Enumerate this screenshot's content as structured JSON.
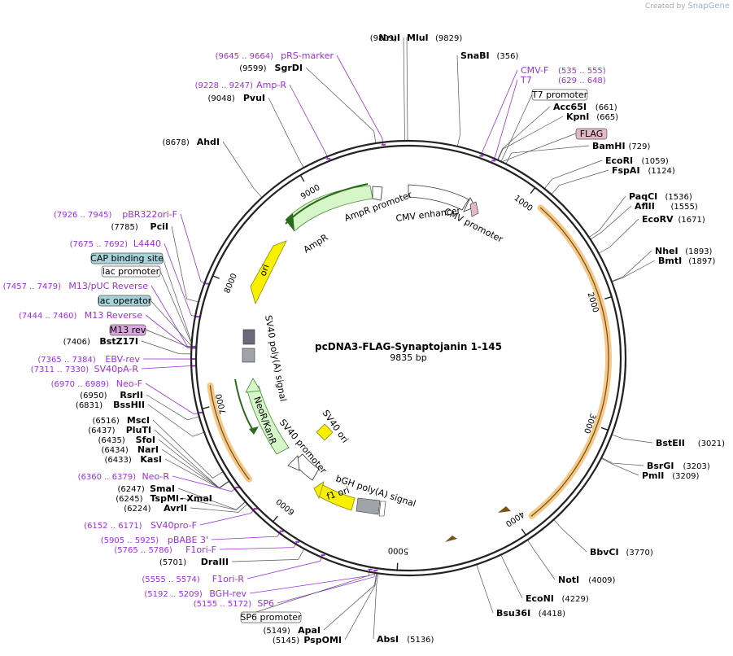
{
  "credit": {
    "prefix": "Created by",
    "brand": "SnapGene"
  },
  "plasmid": {
    "name": "pcDNA3-FLAG-Synaptojanin 1-145",
    "length": "9835 bp"
  },
  "ticks": [
    "1000",
    "2000",
    "3000",
    "4000",
    "5000",
    "6000",
    "7000",
    "8000",
    "9000"
  ],
  "sites": [
    {
      "name": "NruI",
      "pos": "(9809)"
    },
    {
      "name": "MluI",
      "pos": "(9829)"
    },
    {
      "name": "SnaBI",
      "pos": "(356)"
    },
    {
      "name": "SgrDI",
      "pos": "(9599)"
    },
    {
      "name": "PvuI",
      "pos": "(9048)"
    },
    {
      "name": "AhdI",
      "pos": "(8678)"
    },
    {
      "name": "Acc65I",
      "pos": "(661)"
    },
    {
      "name": "KpnI",
      "pos": "(665)"
    },
    {
      "name": "BamHI",
      "pos": "(729)"
    },
    {
      "name": "EcoRI",
      "pos": "(1059)"
    },
    {
      "name": "FspAI",
      "pos": "(1124)"
    },
    {
      "name": "PaqCI",
      "pos": "(1536)"
    },
    {
      "name": "AflII",
      "pos": "(1555)"
    },
    {
      "name": "EcoRV",
      "pos": "(1671)"
    },
    {
      "name": "NheI",
      "pos": "(1893)"
    },
    {
      "name": "BmtI",
      "pos": "(1897)"
    },
    {
      "name": "BstEII",
      "pos": "(3021)"
    },
    {
      "name": "BsrGI",
      "pos": "(3203)"
    },
    {
      "name": "PmlI",
      "pos": "(3209)"
    },
    {
      "name": "BbvCI",
      "pos": "(3770)"
    },
    {
      "name": "NotI",
      "pos": "(4009)"
    },
    {
      "name": "EcoNI",
      "pos": "(4229)"
    },
    {
      "name": "Bsu36I",
      "pos": "(4418)"
    },
    {
      "name": "AbsI",
      "pos": "(5136)"
    },
    {
      "name": "ApaI",
      "pos": "(5149)"
    },
    {
      "name": "PspOMI",
      "pos": "(5145)"
    },
    {
      "name": "DraIII",
      "pos": "(5701)"
    },
    {
      "name": "AvrII",
      "pos": "(6224)"
    },
    {
      "name": "TspMI",
      "pos": "(6245)"
    },
    {
      "name": "XmaI",
      "pos": "- XmaI"
    },
    {
      "name": "SmaI",
      "pos": "(6247)"
    },
    {
      "name": "KasI",
      "pos": "(6433)"
    },
    {
      "name": "NarI",
      "pos": "(6434)"
    },
    {
      "name": "SfoI",
      "pos": "(6435)"
    },
    {
      "name": "PluTI",
      "pos": "(6437)"
    },
    {
      "name": "MscI",
      "pos": "(6516)"
    },
    {
      "name": "BssHII",
      "pos": "(6831)"
    },
    {
      "name": "RsrII",
      "pos": "(6950)"
    },
    {
      "name": "BstZ17I",
      "pos": "(7406)"
    },
    {
      "name": "PciI",
      "pos": "(7785)"
    }
  ],
  "primers": [
    {
      "name": "pRS-marker",
      "range": "(9645 .. 9664)"
    },
    {
      "name": "Amp-R",
      "range": "(9228 .. 9247)"
    },
    {
      "name": "CMV-F",
      "range": "(535 .. 555)"
    },
    {
      "name": "T7",
      "range": "(629 .. 648)"
    },
    {
      "name": "pBR322ori-F",
      "range": "(7926 .. 7945)"
    },
    {
      "name": "L4440",
      "range": "(7675 .. 7692)"
    },
    {
      "name": "M13/pUC Reverse",
      "range": "(7457 .. 7479)"
    },
    {
      "name": "M13 Reverse",
      "range": "(7444 .. 7460)"
    },
    {
      "name": "EBV-rev",
      "range": "(7365 .. 7384)"
    },
    {
      "name": "SV40pA-R",
      "range": "(7311 .. 7330)"
    },
    {
      "name": "Neo-F",
      "range": "(6970 .. 6989)"
    },
    {
      "name": "Neo-R",
      "range": "(6360 .. 6379)"
    },
    {
      "name": "SV40pro-F",
      "range": "(6152 .. 6171)"
    },
    {
      "name": "pBABE 3'",
      "range": "(5905 .. 5925)"
    },
    {
      "name": "F1ori-F",
      "range": "(5765 .. 5786)"
    },
    {
      "name": "F1ori-R",
      "range": "(5555 .. 5574)"
    },
    {
      "name": "BGH-rev",
      "range": "(5192 .. 5209)"
    },
    {
      "name": "SP6",
      "range": "(5155 .. 5172)"
    }
  ],
  "boxed_features": [
    {
      "name": "T7 promoter",
      "fill": "#ffffff"
    },
    {
      "name": "FLAG",
      "fill": "#e5b8c8"
    },
    {
      "name": "CAP binding site",
      "fill": "#a6d4da"
    },
    {
      "name": "lac promoter",
      "fill": "#ffffff"
    },
    {
      "name": "lac operator",
      "fill": "#a6d4da"
    },
    {
      "name": "M13 rev",
      "fill": "#d9a6dd"
    },
    {
      "name": "SP6 promoter",
      "fill": "#ffffff"
    }
  ],
  "inner_labels": [
    "AmpR promoter",
    "CMV enhancer",
    "CMV promoter",
    "AmpR",
    "ori",
    "SV40 poly(A) signal",
    "NeoR/KanR",
    "SV40 promoter",
    "SV40 ori",
    "f1 ori",
    "bGH poly(A) signal"
  ],
  "colors": {
    "backbone": "#222222",
    "primer": "#9b30d9",
    "orf": "#f0a030",
    "ampr": "#d6f5c8",
    "ori": "#f8f000",
    "promoter": "#ffffff",
    "polyA": "#a0a4a8"
  }
}
